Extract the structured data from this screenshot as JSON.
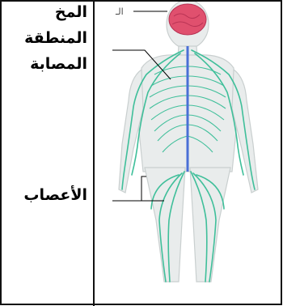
{
  "labels": {
    "brain": "المخ",
    "affected_area_line1": "المنطقة",
    "affected_area_line2": "المصابة",
    "nerves": "الأعصاب",
    "top_callout_fragment": "الـ"
  },
  "colors": {
    "brain": "#e0506e",
    "body_fill": "#e9ecec",
    "body_outline": "#c9cfcf",
    "nerves": "#3fbf9a",
    "spinal_cord": "#4a6fd6",
    "lines": "#000000"
  }
}
